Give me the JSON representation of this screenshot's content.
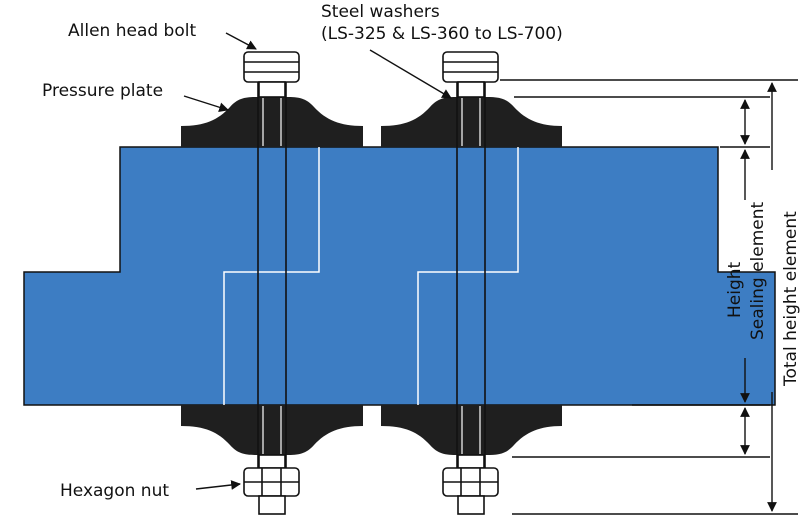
{
  "labels": {
    "allen_head_bolt": "Allen head bolt",
    "steel_washers_line1": "Steel washers",
    "steel_washers_line2": "(LS-325 & LS-360 to LS-700)",
    "pressure_plate": "Pressure plate",
    "hexagon_nut": "Hexagon nut",
    "height": "Height",
    "sealing_element": "Sealing element",
    "total_height_element": "Total height element"
  },
  "colors": {
    "sealing_block": "#3d7dc3",
    "plate": "#1f1f1f",
    "line": "#111111",
    "split_line": "#ffffff"
  }
}
